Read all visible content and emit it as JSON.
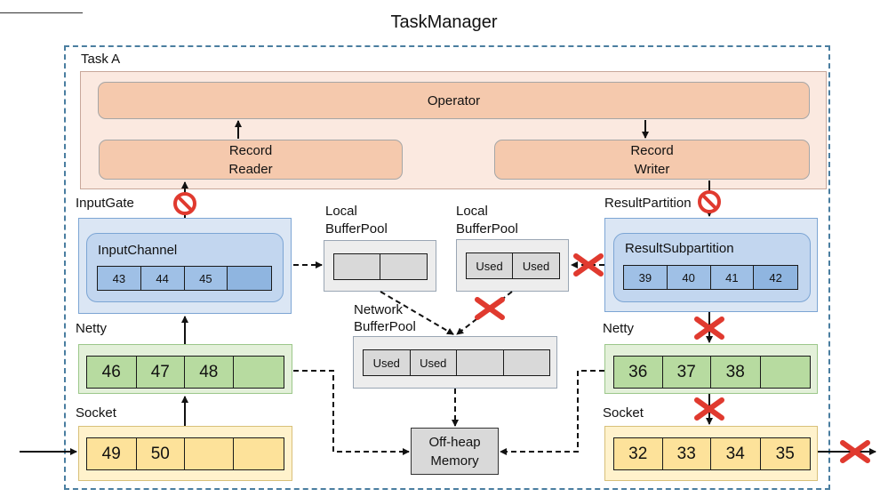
{
  "title": "TaskManager",
  "task_label": "Task A",
  "operator": "Operator",
  "record_reader": [
    "Record",
    "Reader"
  ],
  "record_writer": [
    "Record",
    "Writer"
  ],
  "input_gate": "InputGate",
  "input_channel": "InputChannel",
  "input_channel_buffers": [
    "43",
    "44",
    "45",
    ""
  ],
  "result_partition": "ResultPartition",
  "result_subpartition": "ResultSubpartition",
  "result_subpartition_buffers": [
    "39",
    "40",
    "41",
    "42"
  ],
  "local_pool_left": [
    "Local",
    "BufferPool"
  ],
  "local_pool_left_buffers": [
    "",
    ""
  ],
  "local_pool_right": [
    "Local",
    "BufferPool"
  ],
  "local_pool_right_buffers": [
    "Used",
    "Used"
  ],
  "network_pool": [
    "Network",
    "BufferPool"
  ],
  "network_pool_buffers": [
    "Used",
    "Used",
    "",
    ""
  ],
  "netty_left": "Netty",
  "netty_left_buffers": [
    "46",
    "47",
    "48",
    ""
  ],
  "netty_right": "Netty",
  "netty_right_buffers": [
    "36",
    "37",
    "38",
    ""
  ],
  "socket_left": "Socket",
  "socket_left_buffers": [
    "49",
    "50",
    "",
    ""
  ],
  "socket_right": "Socket",
  "socket_right_buffers": [
    "32",
    "33",
    "34",
    "35"
  ],
  "offheap": [
    "Off-heap",
    "Memory"
  ],
  "colors": {
    "task_border": "#4a7ea0",
    "operator_fill": "#f5c9ad",
    "blue_fill": "#9fc0e6",
    "green_fill": "#b7dba0",
    "yellow_fill": "#fde29a",
    "gray_fill": "#d9d9d9",
    "blocked_red": "#e03a2f"
  }
}
